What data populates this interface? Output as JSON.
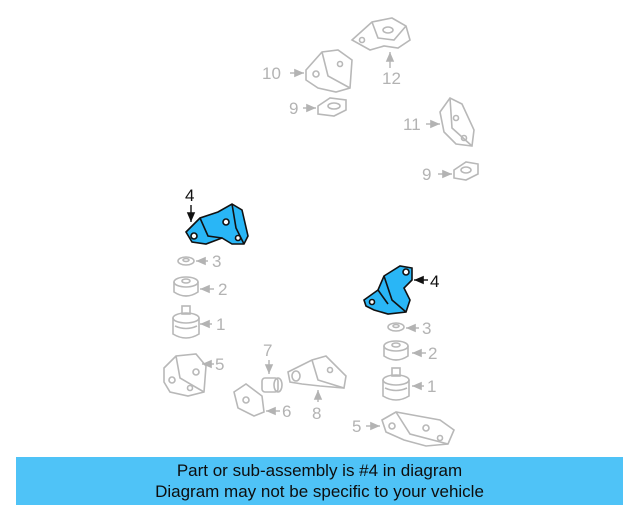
{
  "callouts": {
    "c12": "12",
    "c10": "10",
    "c9a": "9",
    "c11": "11",
    "c9b": "9",
    "c4a": "4",
    "c4b": "4",
    "c3a": "3",
    "c2a": "2",
    "c1a": "1",
    "c5a": "5",
    "c7": "7",
    "c6": "6",
    "c8": "8",
    "c3b": "3",
    "c2b": "2",
    "c1b": "1",
    "c5b": "5"
  },
  "banner": {
    "line1": "Part or sub-assembly is #4 in diagram",
    "line2": "Diagram may not be specific to your vehicle"
  },
  "colors": {
    "highlight_fill": "#29b6f6",
    "highlight_stroke": "#111111",
    "faded_stroke": "#b8b8b8",
    "banner_bg": "#4fc3f7"
  }
}
